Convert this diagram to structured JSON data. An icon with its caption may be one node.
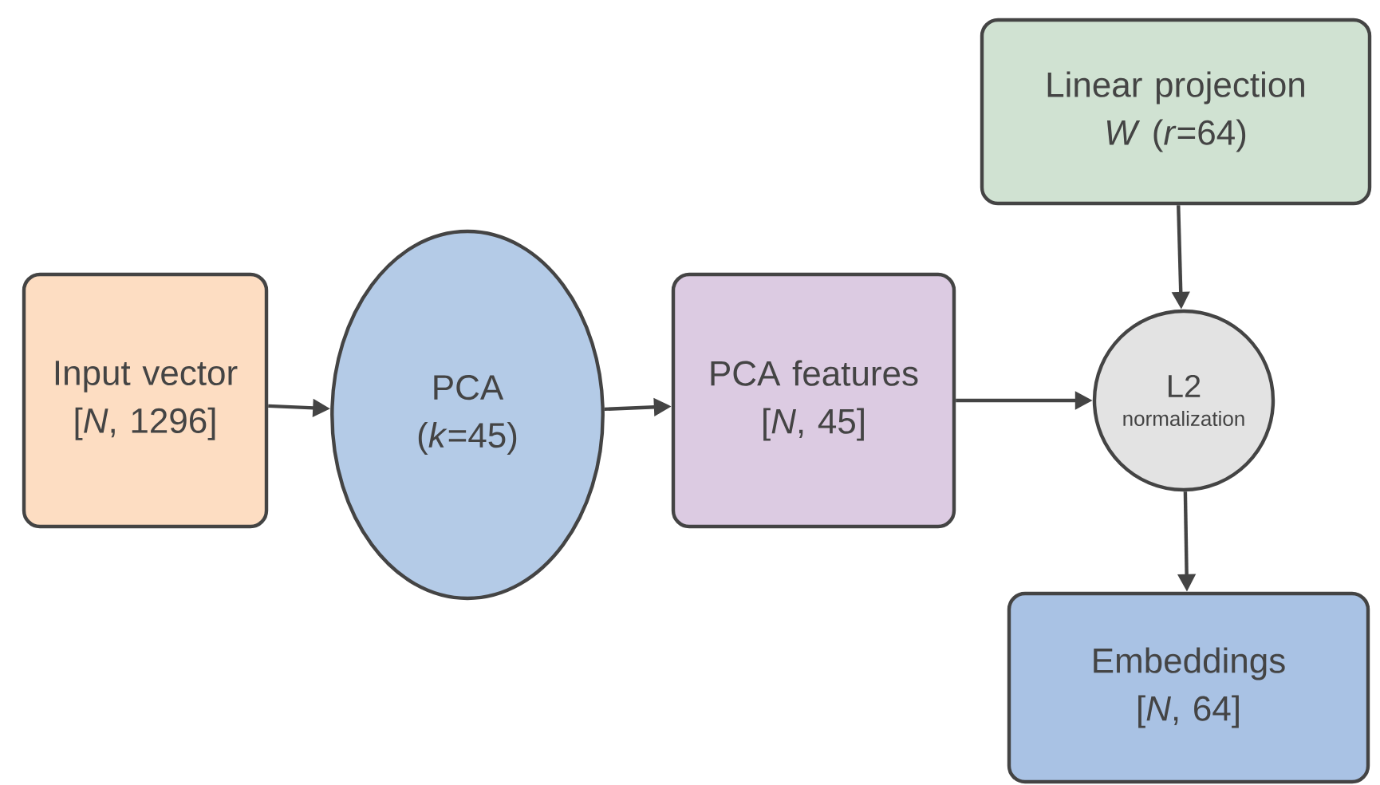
{
  "diagram": {
    "nodes": [
      {
        "text": [
          "Input vector",
          "[*N*, 1296]"
        ]
      },
      {
        "text": [
          "PCA",
          "(*k*=45)"
        ]
      },
      {
        "text": [
          "PCA features",
          "[*N*, 45]"
        ]
      },
      {
        "text": [
          "Linear projection",
          "*W* (*r*=64)"
        ]
      },
      {
        "text": [
          "L2",
          "normalization"
        ]
      },
      {
        "text": [
          "Embeddings",
          "[*N*, 64]"
        ]
      }
    ],
    "edges": [
      {
        "from": 0,
        "to": 1,
        "arrow": "to"
      },
      {
        "from": 1,
        "to": 2,
        "arrow": "to"
      },
      {
        "from": 2,
        "to": 4,
        "arrow": "to"
      },
      {
        "from": 3,
        "to": 4,
        "arrow": "to"
      },
      {
        "from": 4,
        "to": 5,
        "arrow": "to"
      }
    ]
  }
}
